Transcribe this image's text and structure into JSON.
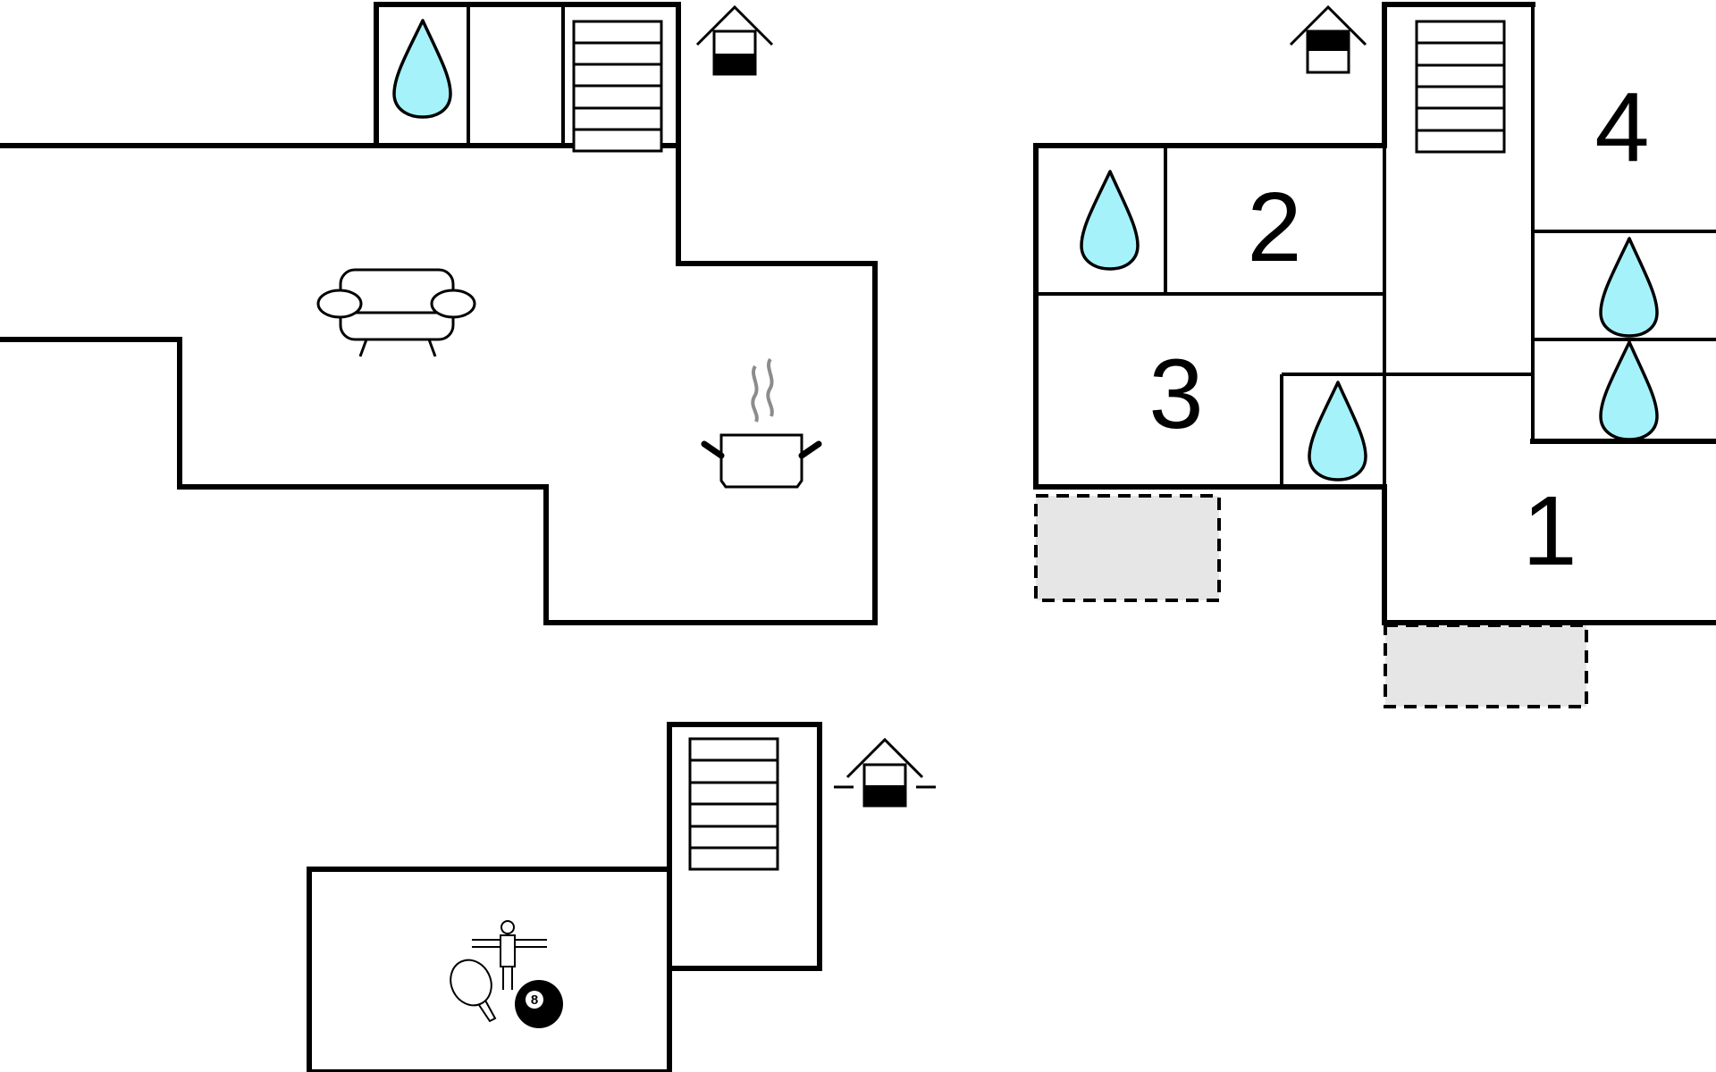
{
  "plan": {
    "title": "Floor plan",
    "room_numbers": [
      "1",
      "2",
      "3",
      "4"
    ],
    "billiard_ball_number": "8",
    "icons": [
      "water-drop-icon",
      "staircase-icon",
      "entrance-house-icon",
      "sofa-icon",
      "cooking-pot-icon",
      "table-football-icon",
      "table-tennis-icon",
      "billiard-ball-icon"
    ],
    "colors": {
      "water": "#a6f2fb",
      "terrace": "#e6e6e6",
      "line": "#000000",
      "steam": "#8c8c8c"
    }
  }
}
